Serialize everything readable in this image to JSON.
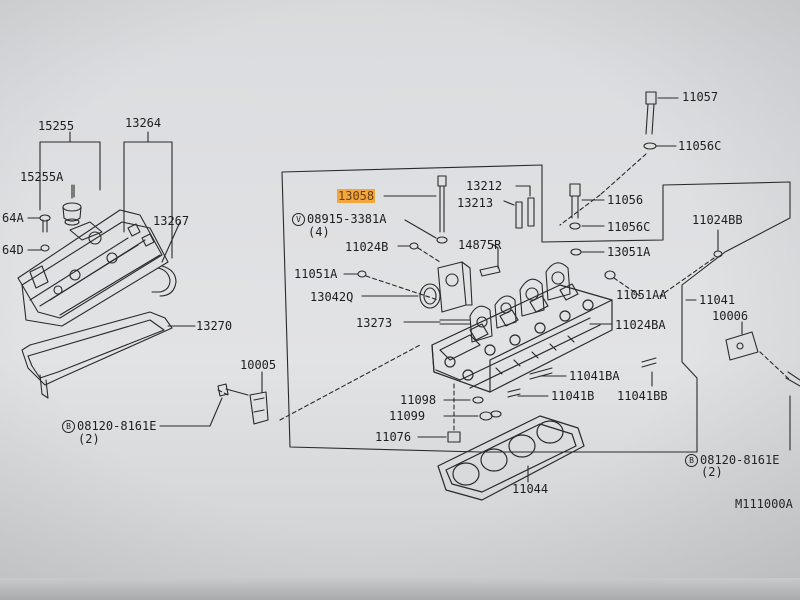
{
  "diagram": {
    "labels": {
      "p13058": "13058",
      "p13212": "13212",
      "p13213": "13213",
      "p11057": "11057",
      "p11056C_top": "11056C",
      "p11056": "11056",
      "p11056C_mid": "11056C",
      "p13051A": "13051A",
      "p14875R": "14875R",
      "p11024BB": "11024BB",
      "p11024B": "11024B",
      "p11051A_left": "11051A",
      "p13042Q": "13042Q",
      "p13273": "13273",
      "p11051AA": "11051AA",
      "p11041": "11041",
      "p10006": "10006",
      "p11024BA": "11024BA",
      "p11041BA": "11041BA",
      "p11041B": "11041B",
      "p11041BB": "11041BB",
      "p11098": "11098",
      "p11099": "11099",
      "p11076": "11076",
      "p11044": "11044",
      "p10005": "10005",
      "p15255": "15255",
      "p15255A": "15255A",
      "p13264": "13264",
      "p13267": "13267",
      "p13270": "13270",
      "p64A": "64A",
      "p64D": "64D",
      "v08915": "08915-3381A",
      "v08915_qty": "(4)",
      "b08120_left": "08120-8161E",
      "b08120_left_qty": "(2)",
      "b08120_right": "08120-8161E",
      "b08120_right_qty": "(2)",
      "circ_V": "V",
      "circ_B1": "B",
      "circ_B2": "B",
      "m111000A": "M111000A"
    },
    "highlight_color": "#f3a63b",
    "highlighted_part": "13058"
  }
}
